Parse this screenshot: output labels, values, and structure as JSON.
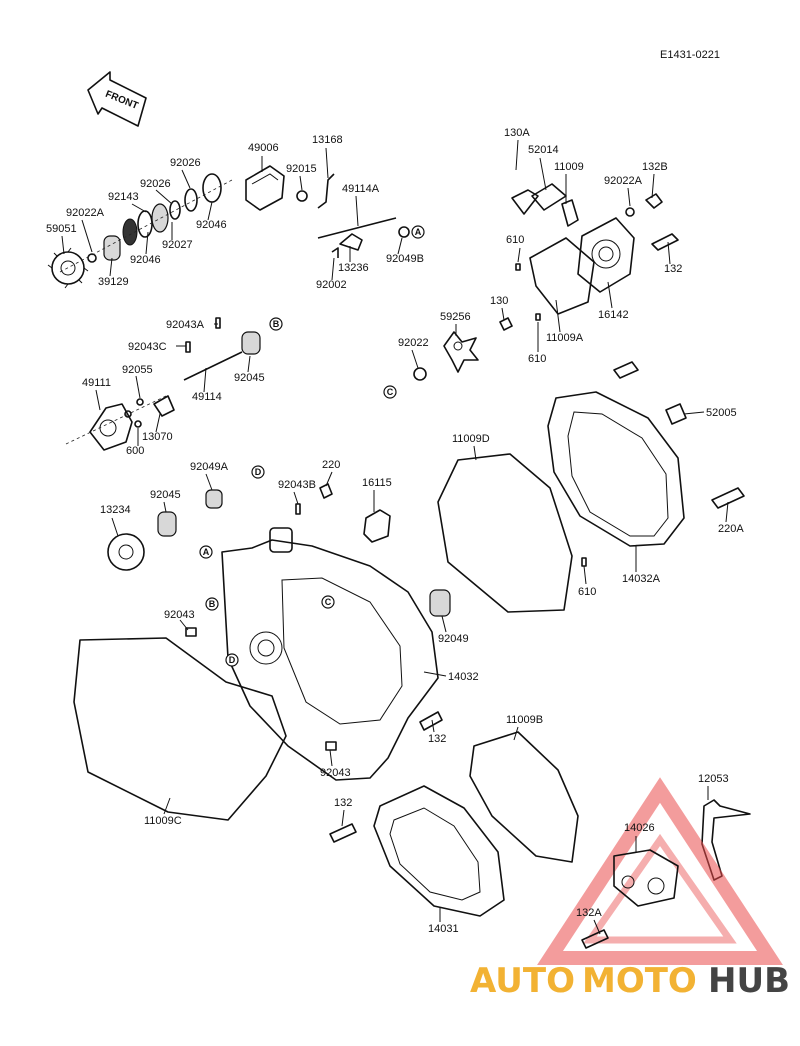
{
  "diagram_code": "E1431-0221",
  "direction_arrow": "FRONT",
  "watermark": {
    "part1": "AUTO",
    "part2": "MOTO",
    "part3": "HUB",
    "color_accent": "#e94b4b",
    "color_orange": "#f2b233",
    "color_dark": "#444444"
  },
  "labels": [
    "92026",
    "49006",
    "13168",
    "92015",
    "92143",
    "92026",
    "49114A",
    "92022A",
    "92046",
    "59051",
    "92046",
    "92027",
    "39129",
    "13236",
    "92049B",
    "92002",
    "130A",
    "52014",
    "11009",
    "132B",
    "92022A",
    "610",
    "132",
    "16142",
    "11009A",
    "610",
    "59256",
    "130",
    "92022",
    "92043A",
    "92043C",
    "92045",
    "92055",
    "49111",
    "49114",
    "13070",
    "600",
    "11009D",
    "52005",
    "92049A",
    "92043B",
    "220",
    "16115",
    "220A",
    "92045",
    "13234",
    "14032A",
    "610",
    "92043",
    "92049",
    "14032",
    "132",
    "92043",
    "11009B",
    "12053",
    "11009C",
    "132",
    "14026",
    "132A",
    "14031"
  ],
  "ref_markers": [
    "A",
    "A",
    "B",
    "B",
    "C",
    "C",
    "D",
    "D"
  ]
}
